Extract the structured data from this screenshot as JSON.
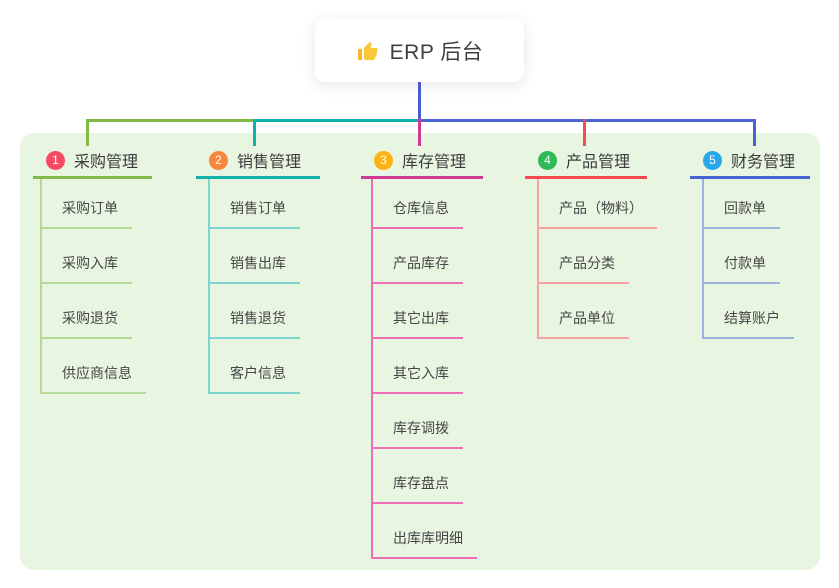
{
  "root": {
    "title": "ERP 后台",
    "icon": "thumbs-up-icon",
    "icon_color": "#f5b82e"
  },
  "colors": {
    "page_bg": "#ffffff",
    "panel_bg": "#e8f6e1",
    "root_connector": "#4a5bd0",
    "root_text": "#3f3f3f",
    "branch_text": "#3c3c3c",
    "child_text": "#464646"
  },
  "branches": [
    {
      "index": "1",
      "label": "采购管理",
      "color": "#82bb47",
      "light_color": "#b5d996",
      "badge_color": "#f54a64",
      "children": [
        "采购订单",
        "采购入库",
        "采购退货",
        "供应商信息"
      ]
    },
    {
      "index": "2",
      "label": "销售管理",
      "color": "#13b1ac",
      "light_color": "#7fd5cf",
      "badge_color": "#f8863c",
      "children": [
        "销售订单",
        "销售出库",
        "销售退货",
        "客户信息"
      ]
    },
    {
      "index": "3",
      "label": "库存管理",
      "color": "#cf3b94",
      "light_color": "#ee6fb4",
      "badge_color": "#fcb216",
      "children": [
        "仓库信息",
        "产品库存",
        "其它出库",
        "其它入库",
        "库存调拨",
        "库存盘点",
        "出库库明细"
      ]
    },
    {
      "index": "4",
      "label": "产品管理",
      "color": "#f54a50",
      "light_color": "#f8a2a3",
      "badge_color": "#2fba55",
      "children": [
        "产品（物料）",
        "产品分类",
        "产品单位"
      ]
    },
    {
      "index": "5",
      "label": "财务管理",
      "color": "#4a63d3",
      "light_color": "#9eb3e3",
      "badge_color": "#29a7e8",
      "children": [
        "回款单",
        "付款单",
        "结算账户"
      ]
    }
  ]
}
